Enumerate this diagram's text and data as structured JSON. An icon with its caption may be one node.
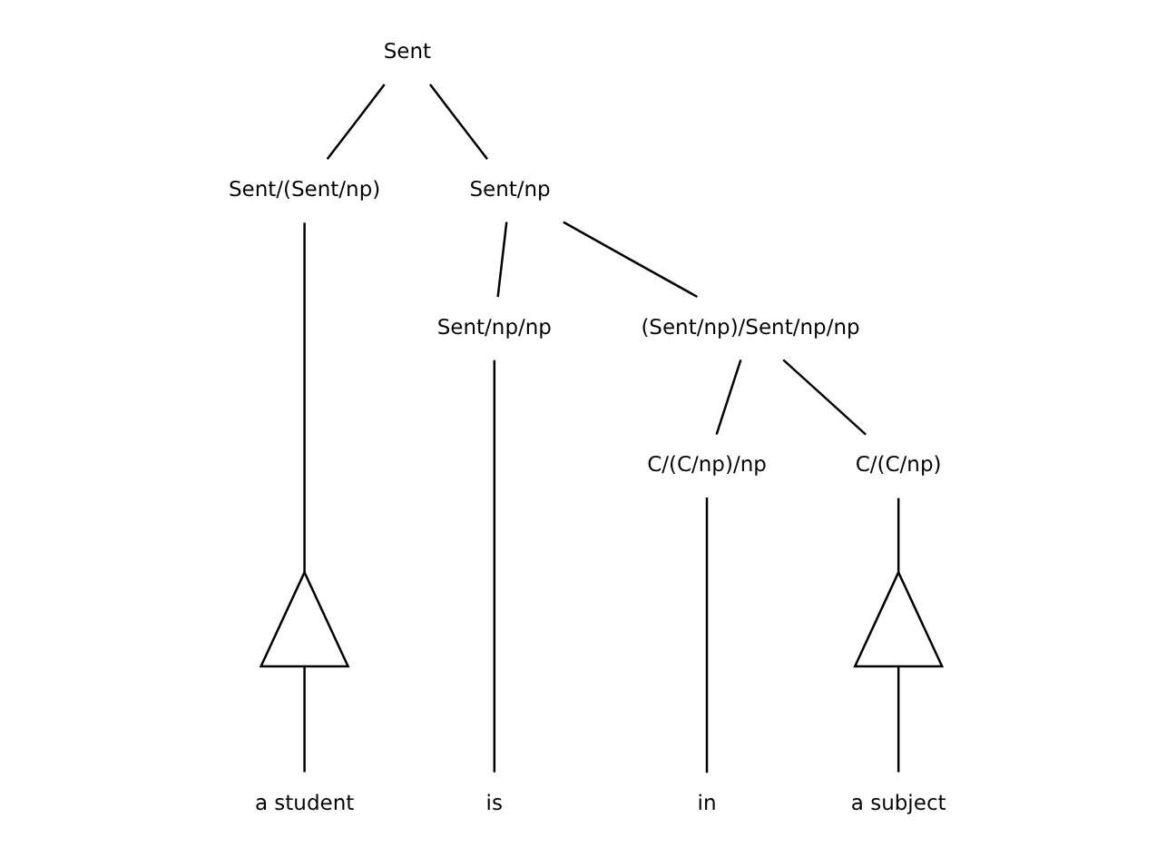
{
  "diagram": {
    "nodes": [
      {
        "text": [
          "Sent"
        ]
      },
      {
        "text": [
          "Sent/(Sent/np)"
        ]
      },
      {
        "text": [
          "Sent/np"
        ]
      },
      {
        "text": [],
        "shape": "triangle"
      },
      {
        "text": [
          "Sent/np/np"
        ]
      },
      {
        "text": [
          "(Sent/np)/Sent/np/np"
        ]
      },
      {
        "text": [
          "C/(C/np)/np"
        ]
      },
      {
        "text": [
          "C/(C/np)"
        ]
      },
      {
        "text": [],
        "shape": "triangle"
      },
      {
        "text": [
          "a student"
        ]
      },
      {
        "text": [
          "is"
        ]
      },
      {
        "text": [
          "in"
        ]
      },
      {
        "text": [
          "a subject"
        ]
      }
    ],
    "edges": [
      {
        "from": 0,
        "to": 1,
        "arrow": "none"
      },
      {
        "from": 0,
        "to": 2,
        "arrow": "none"
      },
      {
        "from": 1,
        "to": 3,
        "arrow": "none"
      },
      {
        "from": 3,
        "to": 9,
        "arrow": "none"
      },
      {
        "from": 2,
        "to": 4,
        "arrow": "none"
      },
      {
        "from": 2,
        "to": 5,
        "arrow": "none"
      },
      {
        "from": 4,
        "to": 10,
        "arrow": "none"
      },
      {
        "from": 5,
        "to": 6,
        "arrow": "none"
      },
      {
        "from": 5,
        "to": 7,
        "arrow": "none"
      },
      {
        "from": 6,
        "to": 11,
        "arrow": "none"
      },
      {
        "from": 7,
        "to": 8,
        "arrow": "none"
      },
      {
        "from": 8,
        "to": 12,
        "arrow": "none"
      }
    ]
  }
}
